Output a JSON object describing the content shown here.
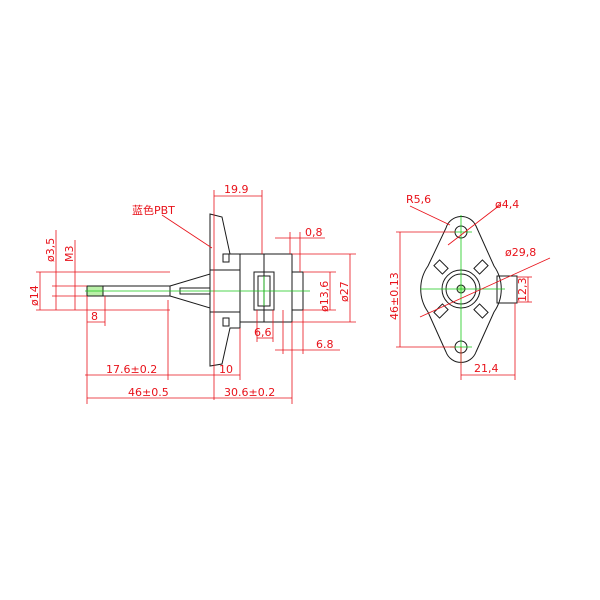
{
  "side_view": {
    "material_label": "蓝色PBT",
    "dims": {
      "d19_9": "19.9",
      "d0_8": "0,8",
      "d_phi3_5": "ø3,5",
      "d_m3": "M3",
      "d_phi14": "ø14",
      "d8": "8",
      "d_phi13_6": "ø13,6",
      "d_phi27": "ø27",
      "d6_6": "6,6",
      "d6_8": "6.8",
      "d17_6": "17.6±0.2",
      "d10": "10",
      "d46": "46±0.5",
      "d30_6": "30.6±0.2"
    }
  },
  "front_view": {
    "dims": {
      "r5_6": "R5,6",
      "phi4_4": "ø4,4",
      "phi29_8": "ø29,8",
      "d46_013": "46±0.13",
      "d12_3": "12,3",
      "d21_4": "21,4"
    }
  },
  "colors": {
    "outline": "#1a1a1a",
    "dimension": "#e8121a",
    "centerline": "#18c918"
  }
}
